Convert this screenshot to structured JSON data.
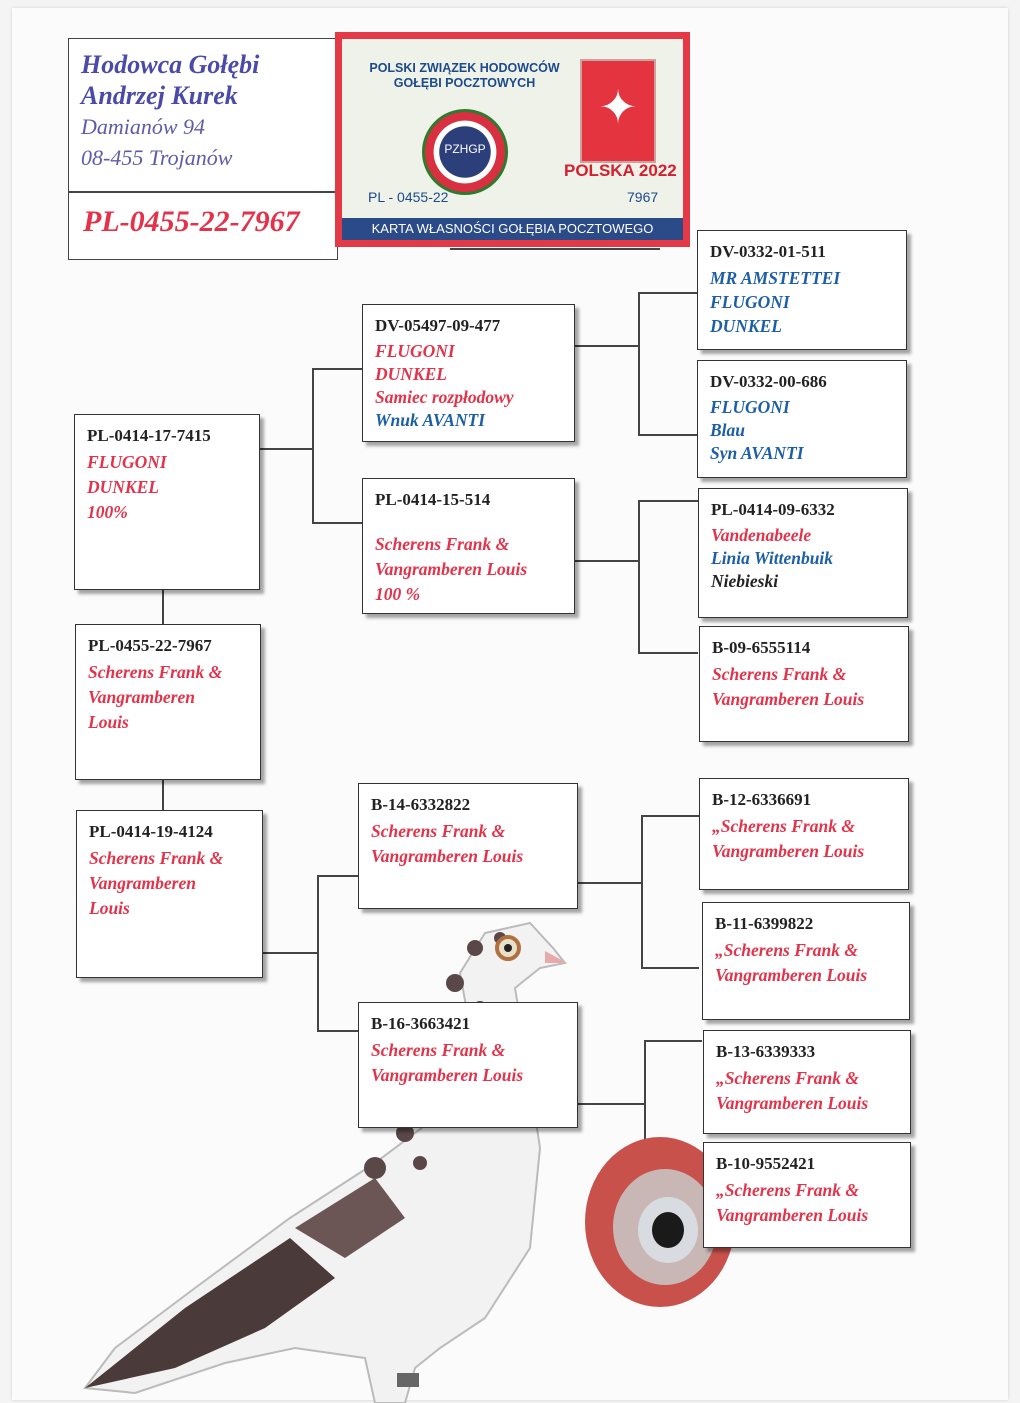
{
  "owner": {
    "name_line1": "Hodowca Gołębi",
    "name_line2": "Andrzej Kurek",
    "address_line1": "Damianów 94",
    "address_line2": "08-455 Trojanów",
    "ring": "PL-0455-22-7967"
  },
  "card": {
    "org_line1": "POLSKI ZWIĄZEK HODOWCÓW",
    "org_line2": "GOŁĘBI POCZTOWYCH",
    "logo_text": "PZHGP",
    "country_year": "POLSKA 2022",
    "ring_prefix": "PL - 0455-22",
    "ring_number": "7967",
    "footer": "KARTA WŁASNOŚCI GOŁĘBIA POCZTOWEGO"
  },
  "subject": {
    "id": "PL-0455-22-7967",
    "lines": [
      "Scherens Frank &",
      "Vangramberen",
      "Louis"
    ]
  },
  "sire": {
    "id": "PL-0414-17-7415",
    "lines": [
      "FLUGONI",
      "DUNKEL",
      "100%"
    ]
  },
  "dam": {
    "id": "PL-0414-19-4124",
    "lines": [
      "Scherens Frank &",
      "Vangramberen",
      "Louis"
    ]
  },
  "sire_sire": {
    "id": "DV-05497-09-477",
    "lines": [
      "FLUGONI",
      "DUNKEL",
      "Samiec rozpłodowy",
      "Wnuk AVANTI"
    ]
  },
  "sire_dam": {
    "id": "PL-0414-15-514",
    "lines": [
      "Scherens Frank &",
      "Vangramberen Louis",
      "100 %"
    ]
  },
  "dam_sire": {
    "id": "B-14-6332822",
    "lines": [
      "Scherens Frank &",
      "Vangramberen Louis"
    ]
  },
  "dam_dam": {
    "id": "B-16-3663421",
    "lines": [
      "Scherens Frank &",
      "Vangramberen Louis"
    ]
  },
  "gg1": {
    "id": "DV-0332-01-511",
    "lines": [
      "MR AMSTETTEI",
      "FLUGONI",
      "DUNKEL"
    ]
  },
  "gg2": {
    "id": "DV-0332-00-686",
    "lines": [
      "FLUGONI",
      "Blau",
      "Syn AVANTI"
    ]
  },
  "gg3": {
    "id": "PL-0414-09-6332",
    "lines": [
      "Vandenabeele",
      "Linia Wittenbuik",
      "Niebieski"
    ]
  },
  "gg4": {
    "id": "B-09-6555114",
    "lines": [
      "Scherens Frank &",
      "Vangramberen Louis"
    ]
  },
  "gg5": {
    "id": "B-12-6336691",
    "lines": [
      "„Scherens Frank &",
      "Vangramberen Louis"
    ]
  },
  "gg6": {
    "id": "B-11-6399822",
    "lines": [
      "„Scherens Frank &",
      "Vangramberen Louis"
    ]
  },
  "gg7": {
    "id": "B-13-6339333",
    "lines": [
      "„Scherens Frank &",
      "Vangramberen Louis"
    ]
  },
  "gg8": {
    "id": "B-10-9552421",
    "lines": [
      "„Scherens Frank &",
      "Vangramberen Louis"
    ]
  },
  "colors": {
    "red": "#e3334a",
    "blue": "#1d5fa6",
    "owner": "#4b4aa8",
    "card_red": "#e43a47"
  }
}
